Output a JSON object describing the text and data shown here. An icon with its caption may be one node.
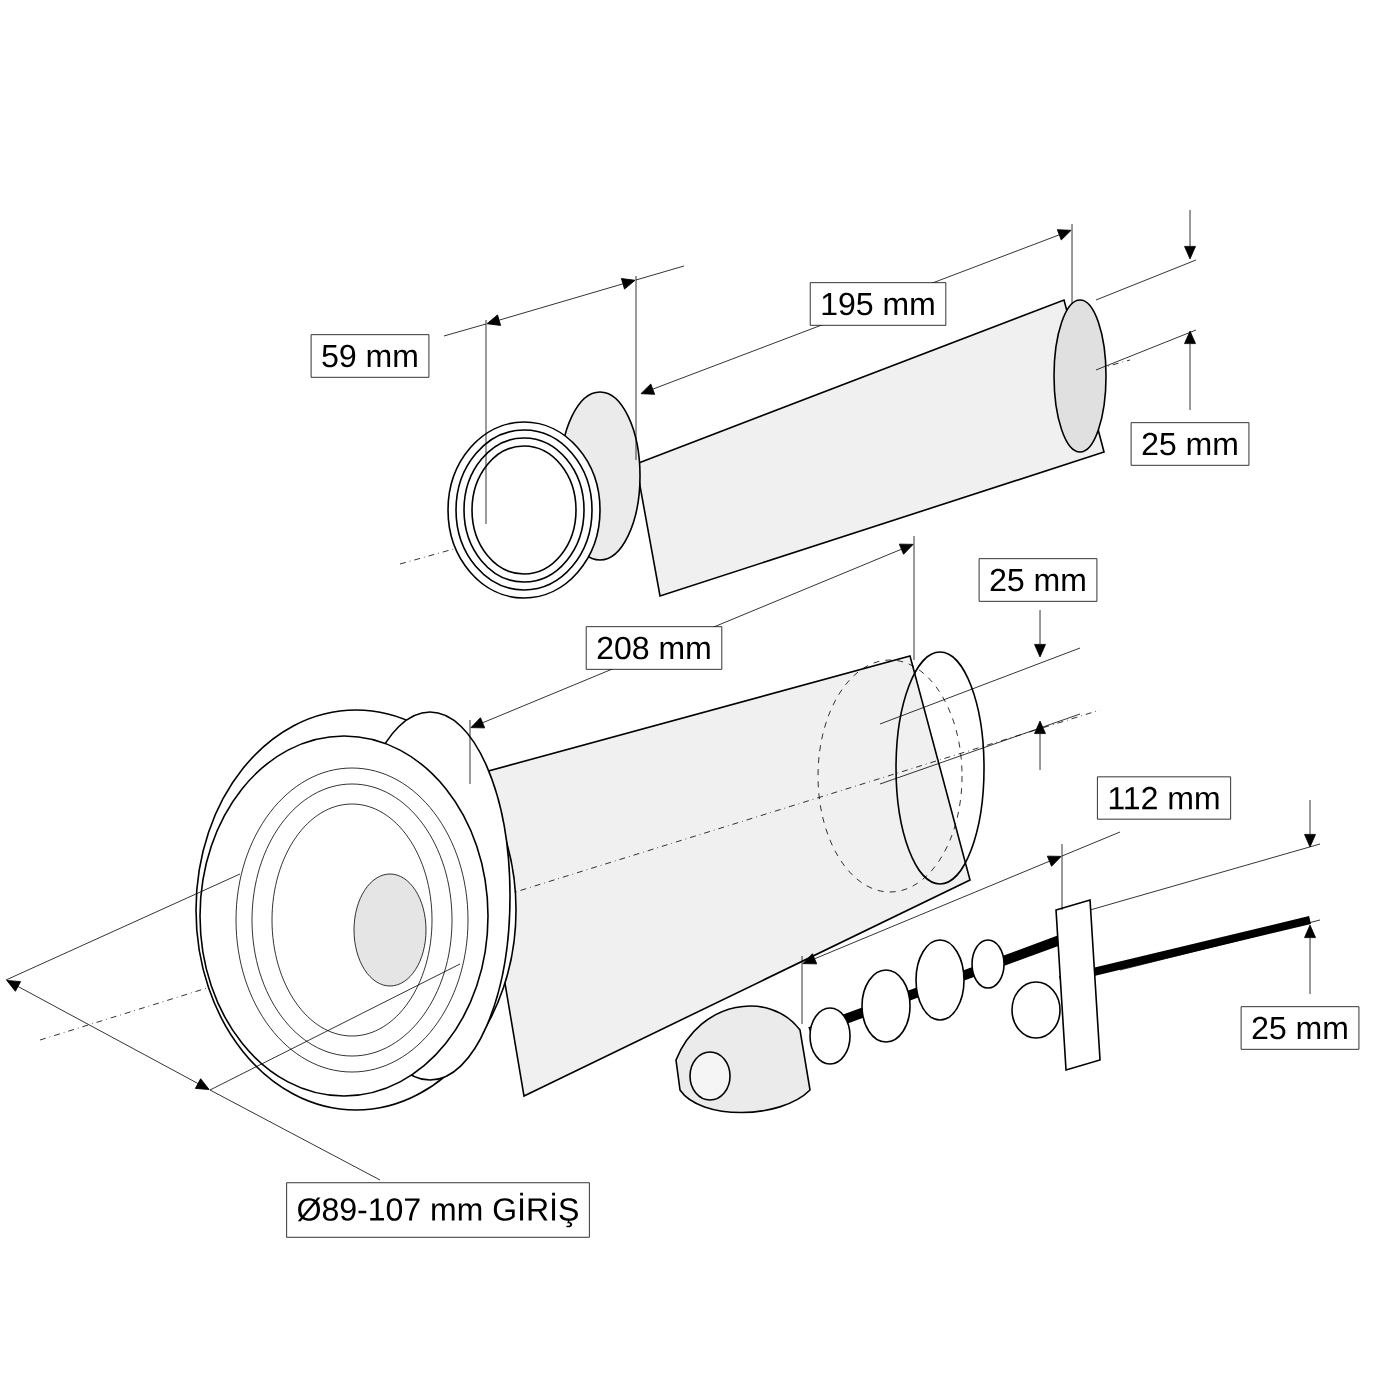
{
  "diagram": {
    "nodes": [
      {
        "text": [
          "59 mm"
        ]
      },
      {
        "text": [
          "195 mm"
        ]
      },
      {
        "text": [
          "25 mm"
        ]
      },
      {
        "text": [
          "208 mm"
        ]
      },
      {
        "text": [
          "25 mm"
        ]
      },
      {
        "text": [
          "112 mm"
        ]
      },
      {
        "text": [
          "25 mm"
        ]
      },
      {
        "text": [
          "Ø89-107 mm GİRİŞ"
        ]
      }
    ]
  }
}
